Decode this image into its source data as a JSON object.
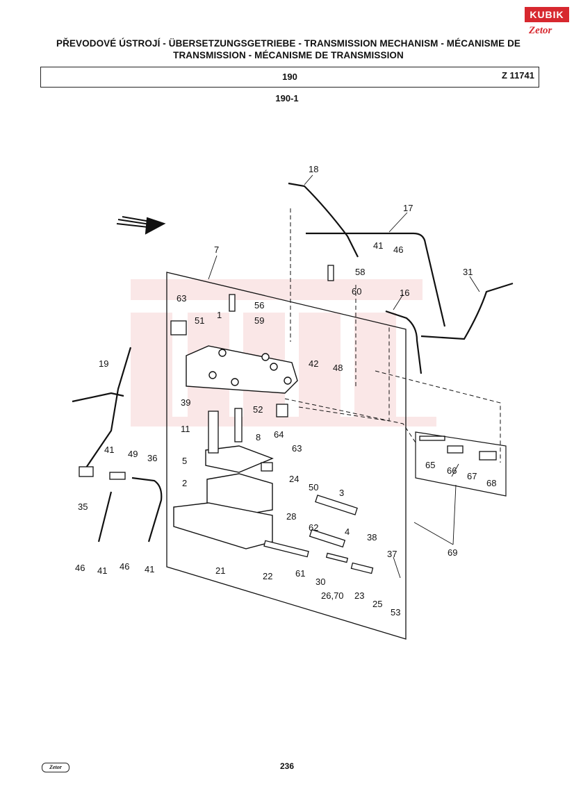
{
  "title_line1": "PŘEVODOVÉ ÚSTROJÍ - ÜBERSETZUNGSGETRIEBE - TRANSMISSION MECHANISM - MÉCANISME DE",
  "title_line2": "TRANSMISSION - MÉCANISME DE TRANSMISSION",
  "section_number": "190",
  "drawing_number": "Z 11741",
  "subfigure": "190-1",
  "page_number": "236",
  "logo": {
    "top": "KUBIK",
    "bottom": "Zetor"
  },
  "footer_logo": "Zetor",
  "callouts": [
    "18",
    "17",
    "41",
    "46",
    "58",
    "60",
    "31",
    "16",
    "7",
    "1",
    "56",
    "59",
    "63",
    "51",
    "42",
    "48",
    "19",
    "39",
    "52",
    "64",
    "11",
    "8",
    "63",
    "41",
    "49",
    "36",
    "65",
    "66",
    "67",
    "68",
    "5",
    "24",
    "50",
    "3",
    "2",
    "62",
    "28",
    "35",
    "4",
    "38",
    "37",
    "69",
    "46",
    "41",
    "46",
    "41",
    "21",
    "22",
    "61",
    "30",
    "26,70",
    "23",
    "25",
    "53"
  ],
  "colors": {
    "ink": "#111111",
    "watermark": "#f4c9c9",
    "brand_red": "#d7282f"
  }
}
